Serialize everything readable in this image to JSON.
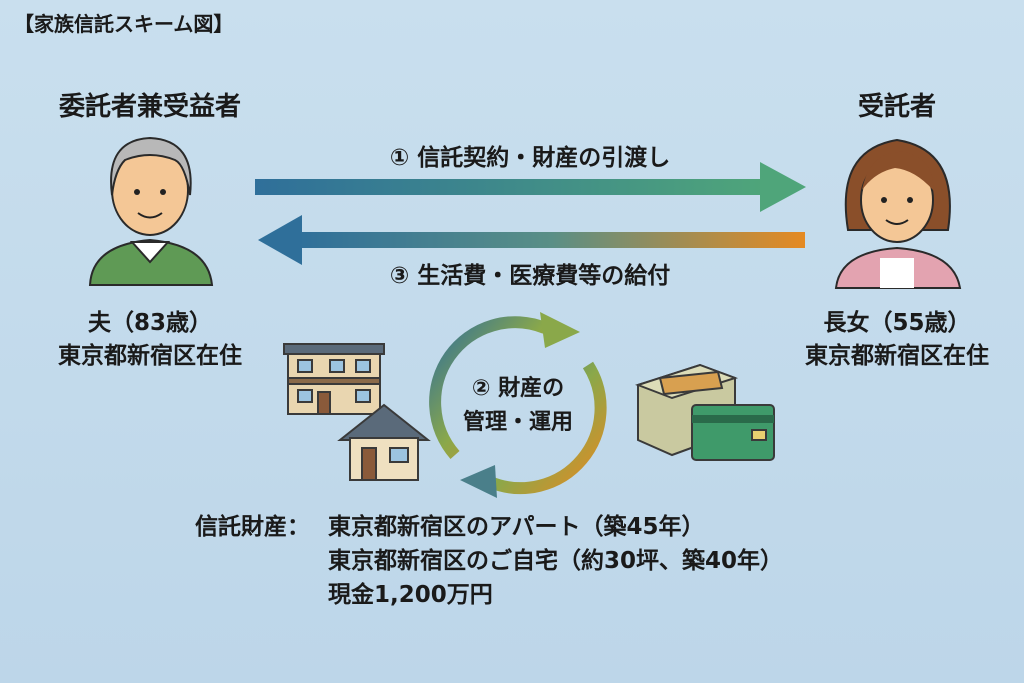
{
  "title": "【家族信託スキーム図】",
  "settlor": {
    "role": "委託者兼受益者",
    "name": "夫（83歳）",
    "residence": "東京都新宿区在住"
  },
  "trustee": {
    "role": "受託者",
    "name": "長女（55歳）",
    "residence": "東京都新宿区在住"
  },
  "flows": {
    "step1": "① 信託契約・財産の引渡し",
    "step3": "③ 生活費・医療費等の給付",
    "step2_line1": "② 財産の",
    "step2_line2": "管理・運用"
  },
  "trust_property": {
    "label": "信託財産：",
    "items": [
      "東京都新宿区のアパート（築45年）",
      "東京都新宿区のご自宅（約30坪、築40年）",
      "現金1,200万円"
    ]
  },
  "colors": {
    "background": "#c4dced",
    "blue": "#2f6f9a",
    "green": "#4a9a72",
    "orange": "#e08a2a"
  }
}
